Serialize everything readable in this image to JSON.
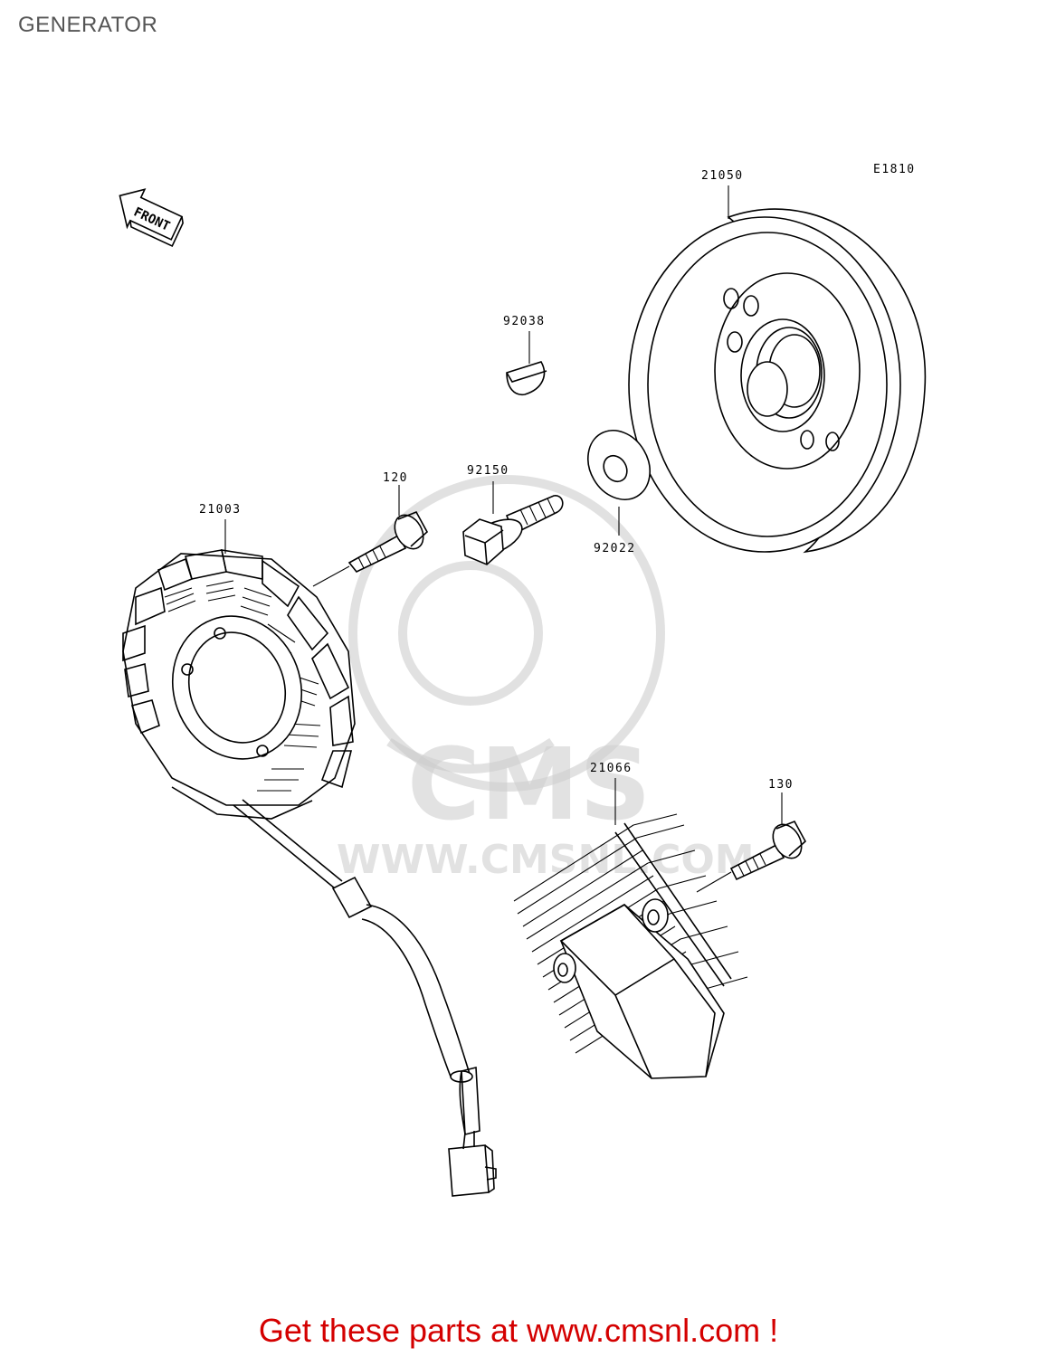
{
  "title": "GENERATOR",
  "diagram_code": "E1810",
  "front_arrow_label": "FRONT",
  "watermark": {
    "brand": "CMS",
    "url": "WWW.CMSNL.COM"
  },
  "parts": [
    {
      "id": "21050",
      "label": "21050"
    },
    {
      "id": "92038",
      "label": "92038"
    },
    {
      "id": "120",
      "label": "120"
    },
    {
      "id": "92150",
      "label": "92150"
    },
    {
      "id": "92022",
      "label": "92022"
    },
    {
      "id": "21003",
      "label": "21003"
    },
    {
      "id": "21066",
      "label": "21066"
    },
    {
      "id": "130",
      "label": "130"
    }
  ],
  "footer_link": "Get these parts at www.cmsnl.com !",
  "colors": {
    "title": "#555555",
    "link": "#d40000",
    "watermark": "#c9c9c9"
  }
}
